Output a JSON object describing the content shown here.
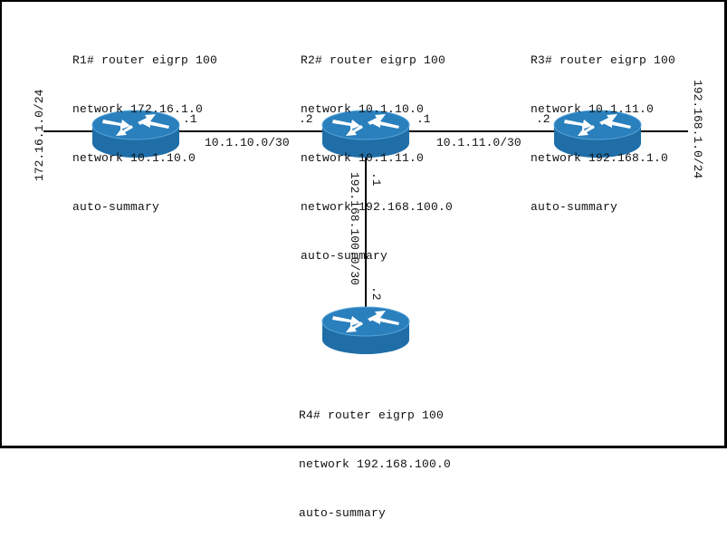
{
  "routers": [
    {
      "id": "R1",
      "config": [
        "R1# router eigrp 100",
        "network 172.16.1.0",
        "network 10.1.10.0",
        "auto-summary"
      ]
    },
    {
      "id": "R2",
      "config": [
        "R2# router eigrp 100",
        "network 10.1.10.0",
        "network 10.1.11.0",
        "network 192.168.100.0",
        "auto-summary"
      ]
    },
    {
      "id": "R3",
      "config": [
        "R3# router eigrp 100",
        "network 10.1.11.0",
        "network 192.168.1.0",
        "auto-summary"
      ]
    },
    {
      "id": "R4",
      "config": [
        "R4# router eigrp 100",
        "network 192.168.100.0",
        "auto-summary"
      ]
    }
  ],
  "links": {
    "r1_r2": {
      "subnet": "10.1.10.0/30",
      "r1_host": ".1",
      "r2_host": ".2"
    },
    "r2_r3": {
      "subnet": "10.1.11.0/30",
      "r2_host": ".1",
      "r3_host": ".2"
    },
    "r2_r4": {
      "subnet": "192.168.100.0/30",
      "r2_host": ".1",
      "r4_host": ".2"
    },
    "r1_lan": {
      "subnet": "172.16.1.0/24"
    },
    "r3_lan": {
      "subnet": "192.168.1.0/24"
    }
  },
  "colors": {
    "router_top": "#2a7fbd",
    "router_side": "#1f6ea8",
    "router_edge": "#5aa6d8",
    "arrow": "#ffffff",
    "line": "#000000"
  }
}
